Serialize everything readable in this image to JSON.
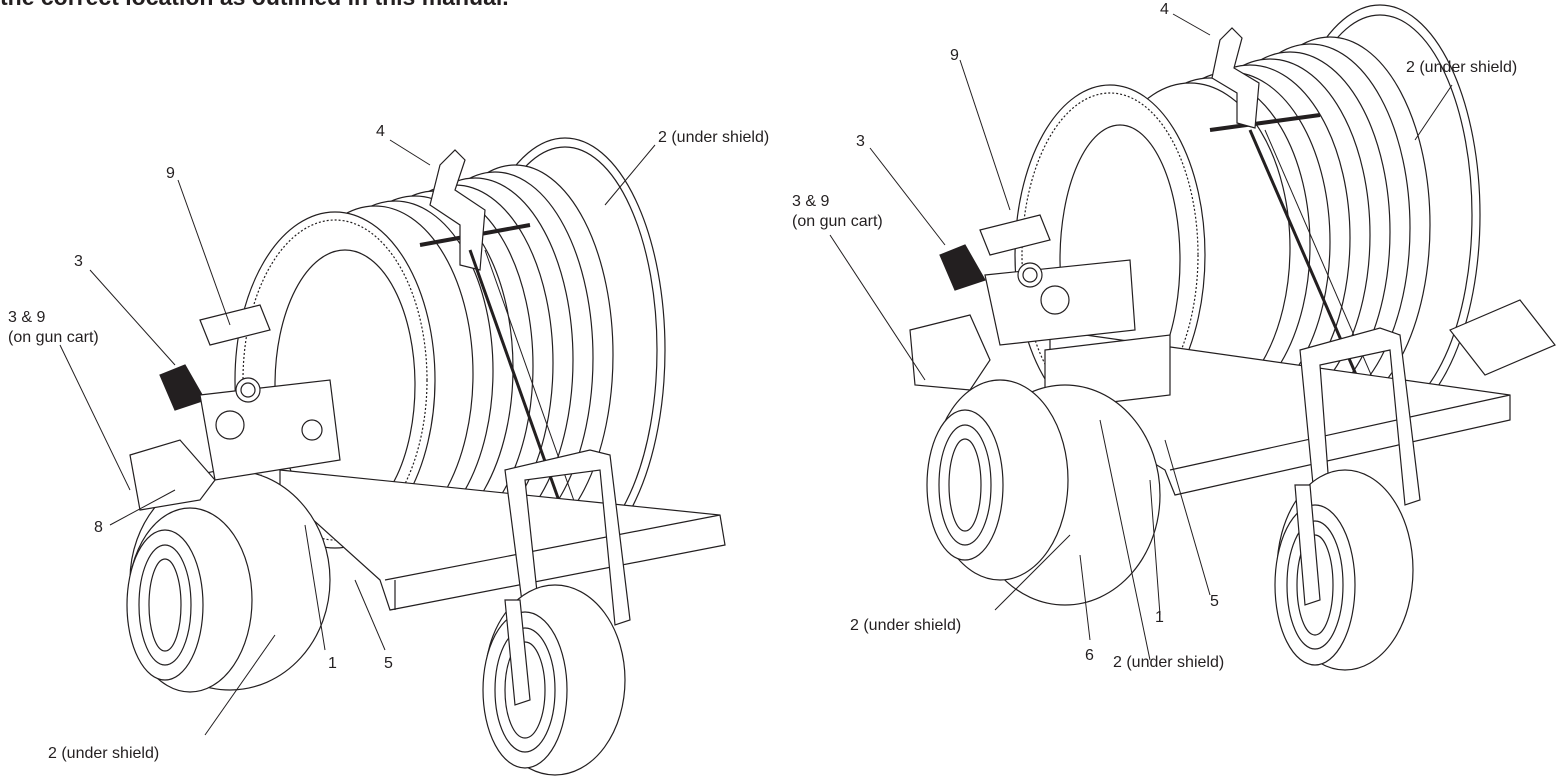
{
  "heading": "the correct location as outlined in this manual.",
  "left_figure": {
    "labels": {
      "l4": "4",
      "l9": "9",
      "l3": "3",
      "l39a": "3 & 9",
      "l39b": "(on gun cart)",
      "l8": "8",
      "l1": "1",
      "l5": "5",
      "l2_top": "2 (under shield)",
      "l2_bottom": "2 (under shield)"
    }
  },
  "right_figure": {
    "labels": {
      "l4": "4",
      "l9": "9",
      "l3": "3",
      "l39a": "3 & 9",
      "l39b": "(on gun cart)",
      "l6": "6",
      "l1": "1",
      "l5": "5",
      "l2_top": "2 (under shield)",
      "l2_left": "2 (under shield)",
      "l2_bottom": "2 (under shield)"
    }
  }
}
